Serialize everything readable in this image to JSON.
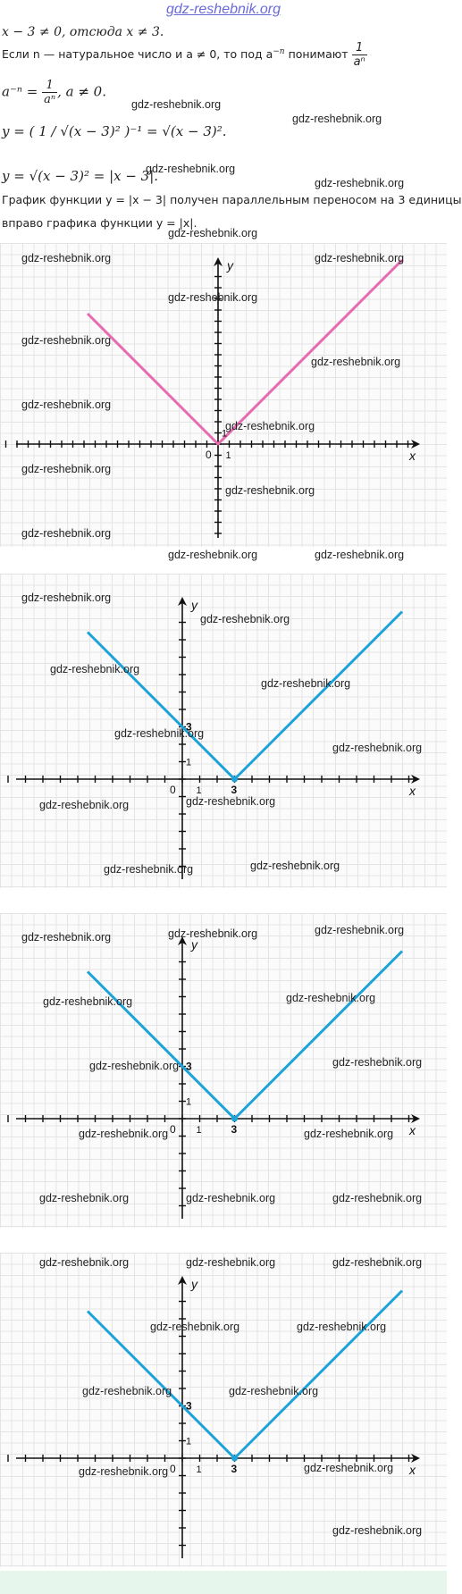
{
  "header": {
    "site_link": "gdz-reshebnik.org"
  },
  "text": {
    "line1": "x − 3 ≠ 0, отсюда x ≠ 3.",
    "line2_pre": "Если n — натуральное число и a ≠ 0, то под a",
    "line2_sup": "−n",
    "line2_post": " понимают",
    "line2_frac_num": "1",
    "line2_frac_den": "aⁿ",
    "line3_lhs": "a⁻ⁿ =",
    "line3_frac_num": "1",
    "line3_frac_den": "aⁿ",
    "line3_rhs": ", a ≠ 0.",
    "line4": "y = ( 1 / √(x − 3)² )⁻¹ = √(x − 3)².",
    "line5": "y = √(x − 3)² = |x − 3|.",
    "line6": "График функции y = |x − 3| получен параллельным переносом на 3 единицы",
    "line7": "вправо графика функции y = |x|."
  },
  "watermark": "gdz-reshebnik.org",
  "colors": {
    "pink": "#e76bb0",
    "blue": "#1ea3d9",
    "axis": "#111111",
    "link": "#6a6ad8"
  },
  "graphs": [
    {
      "id": "g1",
      "color": "pink",
      "function": "y = |x|",
      "vertex": [
        0,
        0
      ],
      "x_label": "x",
      "y_label": "y",
      "origin_label": "0",
      "ticks_labeled": [
        "1",
        "1"
      ]
    },
    {
      "id": "g2",
      "color": "blue",
      "function": "y = |x − 3|",
      "vertex": [
        3,
        0
      ],
      "x_label": "x",
      "y_label": "y",
      "origin_label": "0",
      "ticks_labeled": [
        "1",
        "3",
        "1",
        "3"
      ]
    },
    {
      "id": "g3",
      "color": "blue",
      "function": "y = |x − 3|",
      "vertex": [
        3,
        0
      ],
      "x_label": "x",
      "y_label": "y",
      "origin_label": "0",
      "ticks_labeled": [
        "1",
        "3",
        "1",
        "3"
      ]
    },
    {
      "id": "g4",
      "color": "blue",
      "function": "y = |x − 3|",
      "vertex": [
        3,
        0
      ],
      "x_label": "x",
      "y_label": "y",
      "origin_label": "0",
      "ticks_labeled": [
        "1",
        "3",
        "1",
        "3"
      ]
    }
  ],
  "labels": {
    "x": "x",
    "y": "y",
    "zero": "0",
    "one": "1",
    "three": "3"
  }
}
